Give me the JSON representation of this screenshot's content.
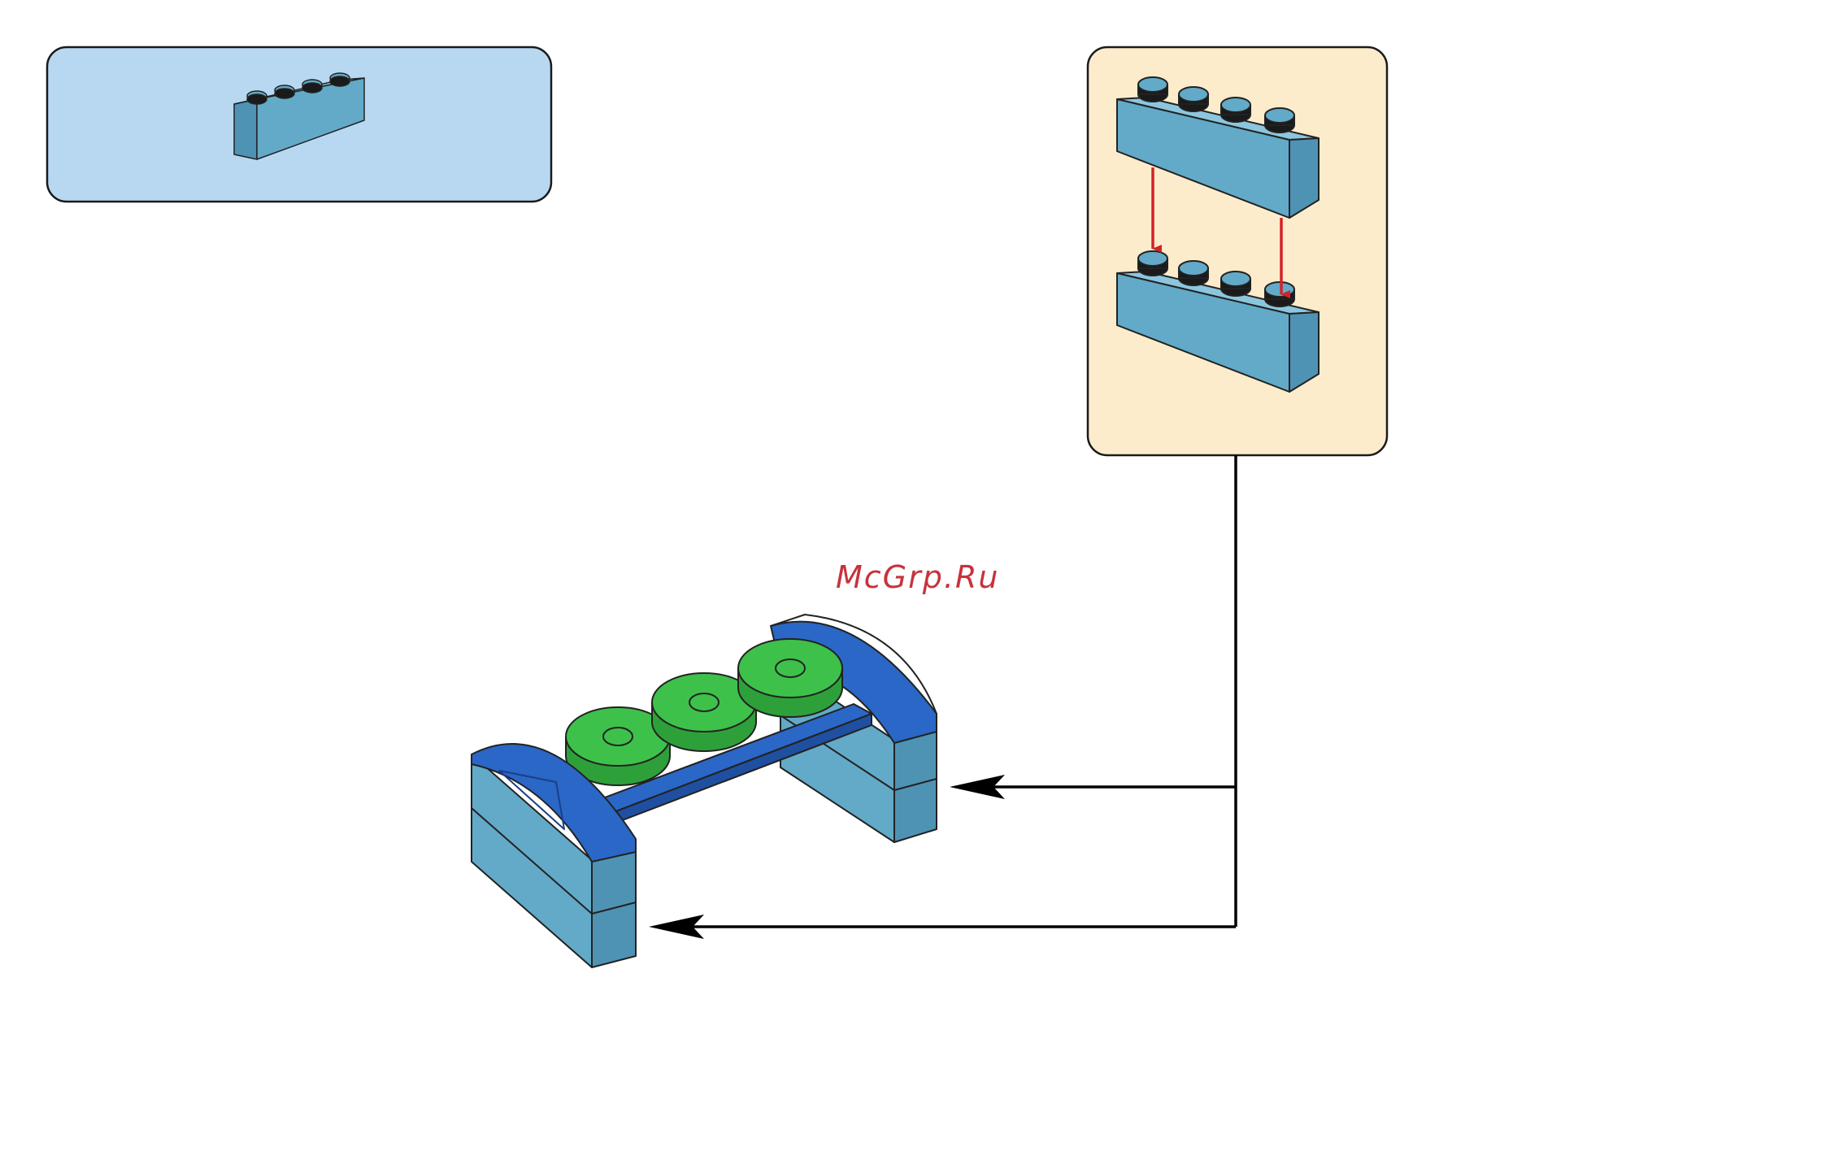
{
  "diagram": {
    "type": "building-instruction-step",
    "parts_callout": {
      "background_color": "#b8d8f2",
      "items": [
        {
          "part": "brick-1x4",
          "color": "#62aac8"
        }
      ]
    },
    "sub_assembly_callout": {
      "background_color": "#fdeccb",
      "bricks": [
        {
          "part": "brick-1x4",
          "color": "#62aac8"
        },
        {
          "part": "brick-1x4",
          "color": "#62aac8"
        }
      ],
      "arrow_color": "#d42228"
    },
    "model": {
      "colors": {
        "light_blue": "#62aac8",
        "dark_blue": "#2a67c7",
        "green": "#3ec14a"
      }
    },
    "connector_color": "#000000"
  },
  "watermark": {
    "text": "McGrp.Ru",
    "color": "#c8323c"
  }
}
